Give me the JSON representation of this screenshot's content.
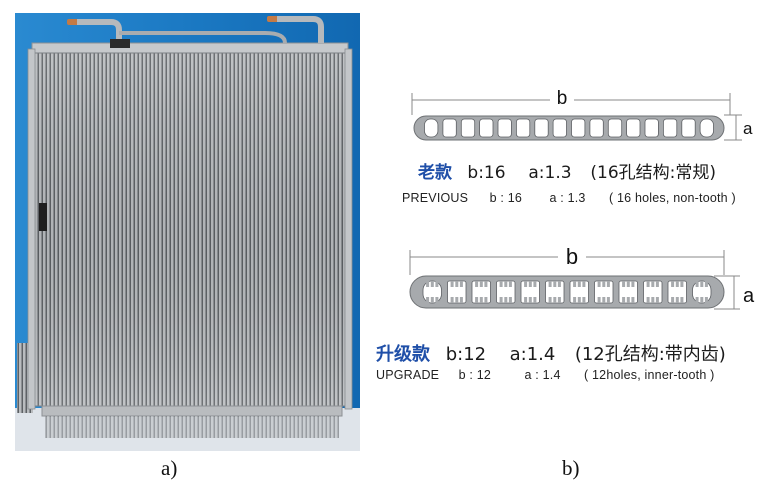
{
  "captions": {
    "a": "a)",
    "b": "b)"
  },
  "dimension_labels": {
    "width": "b",
    "height": "a"
  },
  "previous": {
    "tag_cn": "老款",
    "b_cn": "b:16",
    "a_cn": "a:1.3",
    "desc_cn": "(16孔结构:常规)",
    "tag_en": "PREVIOUS",
    "b_en": "b : 16",
    "a_en": "a : 1.3",
    "desc_en": "( 16 holes, non-tooth )",
    "hole_count": 16
  },
  "upgrade": {
    "tag_cn": "升级款",
    "b_cn": "b:12",
    "a_cn": "a:1.4",
    "desc_cn": "(12孔结构:带内齿)",
    "tag_en": "UPGRADE",
    "b_en": "b : 12",
    "a_en": "a : 1.4",
    "desc_en": "( 12holes, inner-tooth )",
    "hole_count": 12
  },
  "colors": {
    "photo_background": "#1a78c2",
    "floor": "#d9dfe6",
    "aluminum": "#a4a7aa",
    "tube_outline": "#6e7174",
    "chinese_tag": "#1f4fa8",
    "copper": "#c47a45"
  }
}
